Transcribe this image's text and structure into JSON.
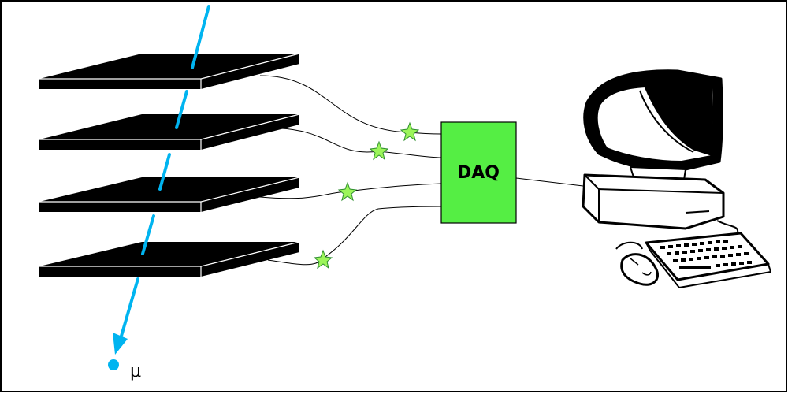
{
  "diagram": {
    "daq_label": "DAQ",
    "particle_label": "μ"
  },
  "colors": {
    "frame": "#000000",
    "background": "#ffffff",
    "plate_top": "#000000",
    "plate_edge": "#ffffff",
    "muon_track": "#00b4f0",
    "daq_box": "#55ee44",
    "signal_star_fill": "#9cf55a",
    "signal_star_stroke": "#2f8f2f",
    "cable": "#000000"
  },
  "components": {
    "detector_plates": 4,
    "signal_stars": 4,
    "icons": [
      "muon-track",
      "detector-plate",
      "signal-star",
      "computer-icon",
      "monitor-icon",
      "keyboard-icon",
      "mouse-icon"
    ]
  }
}
